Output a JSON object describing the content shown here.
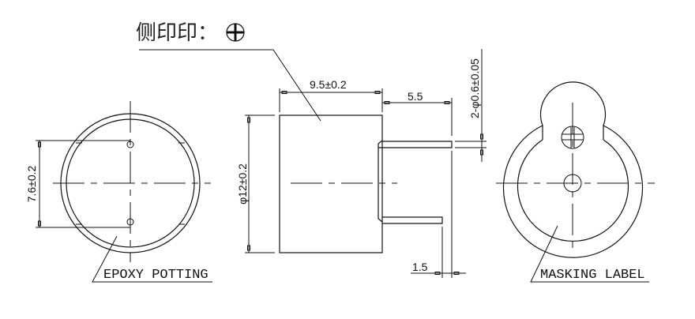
{
  "title": {
    "text": "侧印印：",
    "symbol": "circle-plus"
  },
  "views": {
    "bottom_view": {
      "label": "EPOXY POTTING",
      "dimension_pin_spacing": "7.6±0.2"
    },
    "side_view": {
      "dimension_body_length": "9.5±0.2",
      "dimension_diameter": "φ12±0.2",
      "dimension_pin_length": "5.5",
      "dimension_pin_diameter": "2-φ0.6±0.05",
      "dimension_pin_offset": "1.5"
    },
    "top_view": {
      "label": "MASKING LABEL"
    }
  }
}
